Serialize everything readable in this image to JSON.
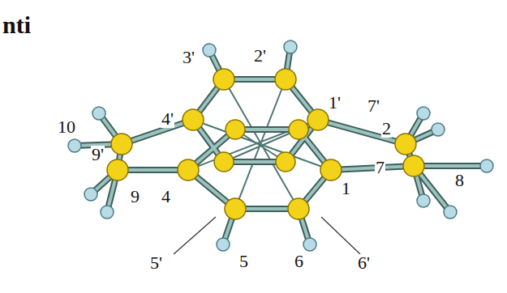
{
  "diagram": {
    "labels": [
      "nti",
      "10",
      "9'",
      "4'",
      "3'",
      "2'",
      "1'",
      "7'",
      "2",
      "8",
      "9",
      "4",
      "1",
      "7",
      "5'",
      "5",
      "6",
      "6'"
    ]
  }
}
